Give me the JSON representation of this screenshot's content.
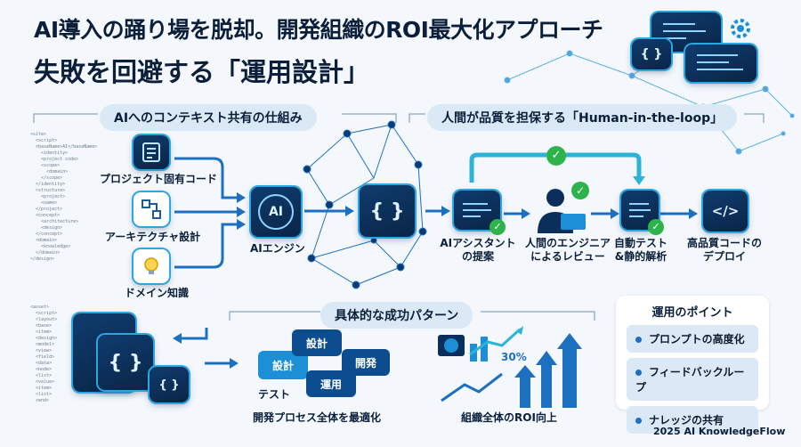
{
  "title_line1": "AI導入の踊り場を脱却。開発組織のROI最大化アプローチ",
  "title_line2": "失敗を回避する「運用設計」",
  "section_context": "AIへのコンテキスト共有の仕組み",
  "section_hitl": "人間が品質を担保する「Human-in-the-loop」",
  "section_patterns": "具体的な成功パターン",
  "inputs": {
    "project_code": "プロジェクト固有コード",
    "architecture": "アーキテクチャ設計",
    "domain": "ドメイン知識"
  },
  "ai_engine": "AIエンジン",
  "ai_badge": "AI",
  "flow": {
    "assistant": "AIアシスタント\nの提案",
    "human": "人間のエンジニア\nによるレビュー",
    "tests": "自動テスト\n&静的解析",
    "deploy": "高品質コードの\nデプロイ"
  },
  "patterns": {
    "process_caption": "開発プロセス全体を最適化",
    "roi_caption": "組織全体のROI向上",
    "roi_percent": "30%",
    "puzzle": {
      "design": "設計",
      "design2": "設計",
      "dev": "開発",
      "test": "テスト",
      "ops": "運用"
    }
  },
  "points": {
    "title": "運用のポイント",
    "items": [
      "プロンプトの高度化",
      "フィードバックループ",
      "ナレッジの共有"
    ]
  },
  "footer": "2025 AI KnowledgeFlow",
  "code_left": "<site>\n  <script>\n  <baseName>AI</baseName>\n    <identity>\n    <project code>\n    <scope>\n      <domain>\n    </scope>\n  </identity>\n  <structure>\n    <project>\n    <name>\n  </project>\n  <concept>\n    <architecture>\n    <design>\n  </concept>\n  <domain>\n    <knowledge>\n  </domain>\n</design>",
  "code_left2": "<asset>\n  <script>\n  <layout>\n  <base>\n  <item>\n  <design>\n  <model>\n  <view>\n  <field>\n  <data>\n  <node>\n  <list>\n  <value>\n  <item>\n  <list>\n  <end>",
  "colors": {
    "accent": "#1d8fd6",
    "navy": "#0b1f3a",
    "green": "#2eb34a",
    "pill": "#dbe9f6"
  }
}
